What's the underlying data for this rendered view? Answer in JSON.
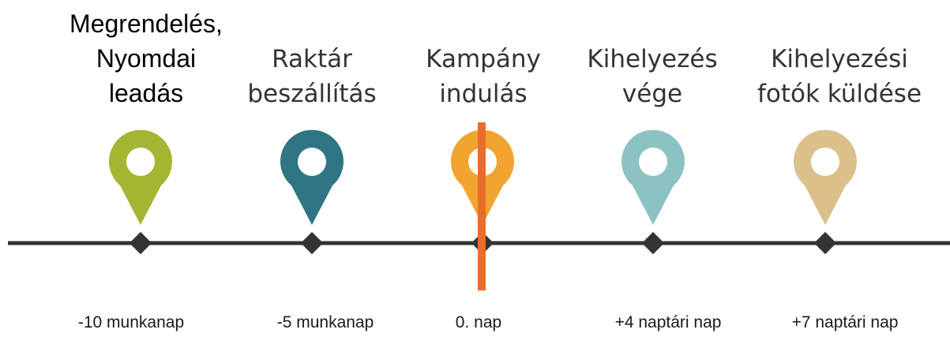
{
  "milestones": [
    {
      "title": [
        "Megrendelés,",
        "Nyomdai",
        "leadás"
      ],
      "offset": "-10 munkanap",
      "color": "#a6b531"
    },
    {
      "title": [
        "Raktár",
        "beszállítás"
      ],
      "offset": "-5 munkanap",
      "color": "#2f7584"
    },
    {
      "title": [
        "Kampány",
        "indulás"
      ],
      "offset": "0. nap",
      "color": "#f2a431"
    },
    {
      "title": [
        "Kihelyezés",
        "vége"
      ],
      "offset": "+4 naptári nap",
      "color": "#8cc3c2"
    },
    {
      "title": [
        "Kihelyezési",
        "fotók küldése"
      ],
      "offset": "+7 naptári nap",
      "color": "#dbc08c"
    }
  ],
  "colors": {
    "line": "#333333",
    "marker": "#e86d28"
  }
}
